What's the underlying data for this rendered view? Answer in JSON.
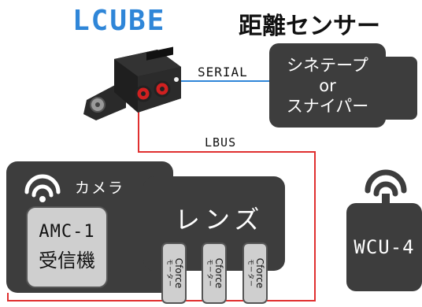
{
  "titles": {
    "lcube": "LCUBE",
    "sensor": "距離センサー"
  },
  "connections": {
    "serial": "SERIAL",
    "lbus": "LBUS"
  },
  "sensor_box": {
    "line1": "シネテープ",
    "line2": "or",
    "line3": "スナイパー"
  },
  "camera": {
    "label": "カメラ"
  },
  "lens": {
    "label": "レンズ"
  },
  "receiver": {
    "line1": "AMC-1",
    "line2": "受信機"
  },
  "motors": [
    {
      "name": "Cforce",
      "sub": "モーター"
    },
    {
      "name": "Cforce",
      "sub": "モーター"
    },
    {
      "name": "Cforce",
      "sub": "モーター"
    }
  ],
  "wcu": {
    "label": "WCU-4"
  },
  "colors": {
    "serial_wire": "#2f86d8",
    "lbus_wire": "#e03030",
    "box_fill": "#3d3d3d",
    "light_box_fill": "#cfcfcf",
    "title_blue": "#2f86d8"
  },
  "icons": {
    "wireless": "wifi-signal-icon",
    "device": "lcube-device-icon"
  }
}
